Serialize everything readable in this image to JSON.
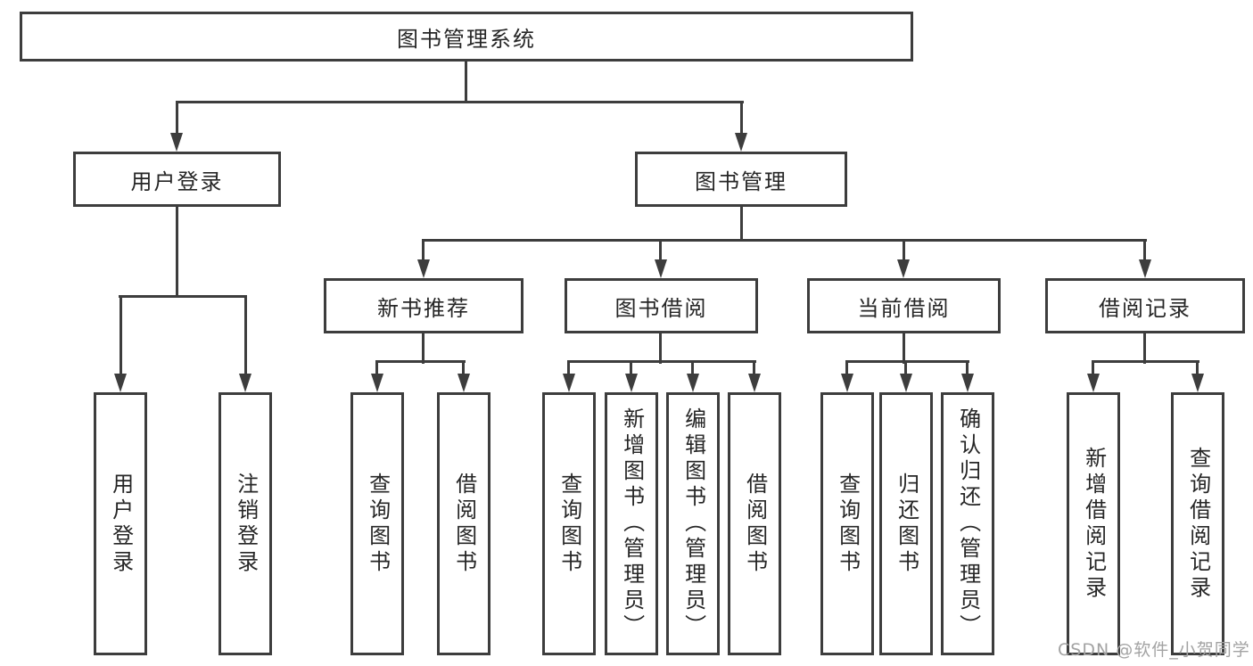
{
  "diagram": {
    "root": "图书管理系统",
    "level2": [
      "用户登录",
      "图书管理"
    ],
    "level3": [
      "新书推荐",
      "图书借阅",
      "当前借阅",
      "借阅记录"
    ],
    "leaves_user": [
      "用户登录",
      "注销登录"
    ],
    "leaves_recommend": [
      "查询图书",
      "借阅图书"
    ],
    "leaves_borrow": [
      "查询图书",
      "新增图书（管理员）",
      "编辑图书（管理员）",
      "借阅图书"
    ],
    "leaves_current": [
      "查询图书",
      "归还图书",
      "确认归还（管理员）"
    ],
    "leaves_records": [
      "新增借阅记录",
      "查询借阅记录"
    ],
    "watermark": "CSDN @软件_小贺同学",
    "colors": {
      "line": "#3d3d3d",
      "text": "#262626",
      "watermark": "#a3a3a3",
      "background": "#ffffff"
    }
  }
}
